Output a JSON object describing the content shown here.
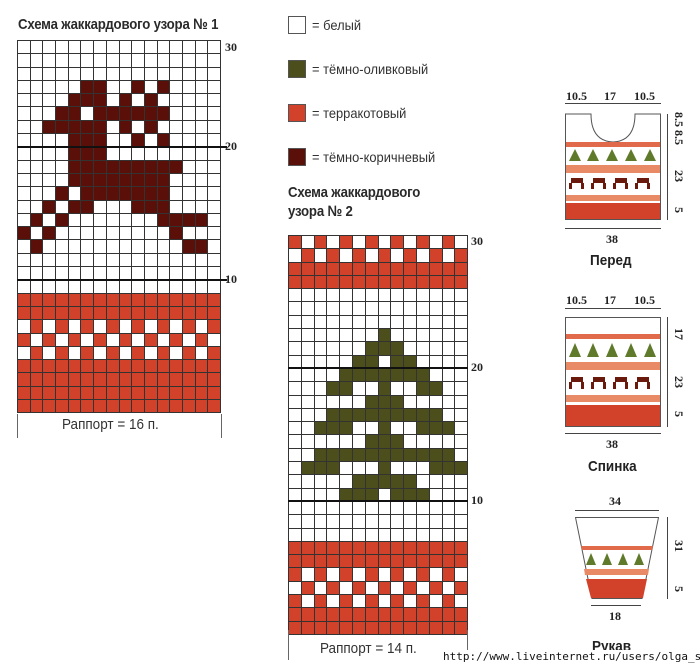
{
  "colors": {
    "white": "#ffffff",
    "olive": "#4c4f1c",
    "terracotta": "#d2412a",
    "brown": "#5a1008"
  },
  "legend": [
    {
      "key": ".",
      "color": "#ffffff",
      "label": "= белый"
    },
    {
      "key": "G",
      "color": "#4c4f1c",
      "label": "= тёмно-оливковый"
    },
    {
      "key": "R",
      "color": "#d2412a",
      "label": "= терракотовый"
    },
    {
      "key": "B",
      "color": "#5a1008",
      "label": "= тёмно-коричневый"
    }
  ],
  "chart1": {
    "title": "Схема жаккардового узора № 1",
    "columns": 16,
    "row_labels": [
      "30",
      "20",
      "10"
    ],
    "rapport": "Раппорт = 16 п.",
    "rows": [
      "................",
      "................",
      "................",
      ".....BB..B.B....",
      "....BBB.B.B.....",
      "...BB.BBBBBB....",
      "..BBBBB.B.B.....",
      "....BBB..B.B....",
      "....BBB.........",
      "....BBBBBBBBB...",
      "....BBBBBBBB....",
      "...B.BBBBBBB....",
      "..B.BB...BBB....",
      ".B.B.......BBBB.",
      "B.B.........B...",
      ".B...........BB.",
      "................",
      "................",
      "................",
      "RRRRRRRRRRRRRRRR",
      "RRRRRRRRRRRRRRRR",
      ".R.R.R.R.R.R.R.R",
      "R.R.R.R.R.R.R.R.",
      ".R.R.R.R.R.R.R.R",
      "RRRRRRRRRRRRRRRR",
      "RRRRRRRRRRRRRRRR",
      "RRRRRRRRRRRRRRRR",
      "RRRRRRRRRRRRRRRR"
    ]
  },
  "chart2": {
    "title_line1": "Схема жаккардового",
    "title_line2": "узора № 2",
    "columns": 14,
    "row_labels": [
      "30",
      "20",
      "10"
    ],
    "rapport": "Раппорт = 14 п.",
    "rows": [
      "R.R.R.R.R.R.R.",
      ".R.R.R.R.R.R.R",
      "RRRRRRRRRRRRRR",
      "RRRRRRRRRRRRRR",
      "..............",
      "..............",
      "..............",
      ".......G......",
      "......GGG.....",
      ".....GG.GG....",
      "....GGGGGGG...",
      "...GG..G..GG..",
      "......GGG.....",
      "...GGGGGGGGG..",
      "..GGG..G..GGG.",
      "......GGG.....",
      "..GGGGGGGGGGG.",
      ".GGG...G...GGG",
      ".....GGGGG....",
      "....GGG.GGG...",
      "..............",
      "..............",
      "..............",
      "RRRRRRRRRRRRRR",
      "RRRRRRRRRRRRRR",
      "R.R.R.R.R.R.R.",
      ".R.R.R.R.R.R.R",
      "R.R.R.R.R.R.R.",
      "RRRRRRRRRRRRRR",
      "RRRRRRRRRRRRRR"
    ]
  },
  "pieces": {
    "front": {
      "label": "Перед",
      "top_dims": [
        "10.5",
        "17",
        "10.5"
      ],
      "side_dims": [
        "8.5",
        "8.5",
        "23",
        "5"
      ],
      "bottom_dim": "38"
    },
    "back": {
      "label": "Спинка",
      "top_dims": [
        "10.5",
        "17",
        "10.5"
      ],
      "side_dims": [
        "17",
        "23",
        "5"
      ],
      "bottom_dim": "38"
    },
    "sleeve": {
      "label": "Рукав",
      "top_dim": "34",
      "side_dims": [
        "31",
        "5"
      ],
      "bottom_dim": "18"
    }
  },
  "watermark": "http://www.liveinternet.ru/users/olga_san/"
}
